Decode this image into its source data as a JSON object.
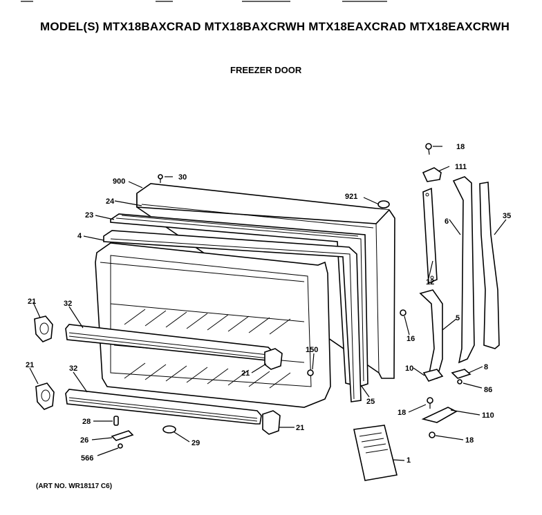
{
  "header": {
    "title": "MODEL(S) MTX18BAXCRAD  MTX18BAXCRWH  MTX18EAXCRAD  MTX18EAXCRWH",
    "subtitle": "FREEZER DOOR"
  },
  "footer": {
    "art_number": "(ART NO. WR18117 C6)"
  },
  "callouts": {
    "c18a": "18",
    "c111": "111",
    "c30": "30",
    "c900": "900",
    "c921": "921",
    "c24": "24",
    "c6": "6",
    "c35": "35",
    "c23": "23",
    "c4": "4",
    "c12": "12",
    "c21a": "21",
    "c32a": "32",
    "c16": "16",
    "c5": "5",
    "c150": "150",
    "c21b": "21",
    "c10": "10",
    "c8": "8",
    "c21c": "21",
    "c32b": "32",
    "c86": "86",
    "c25": "25",
    "c18b": "18",
    "c110": "110",
    "c28": "28",
    "c21d": "21",
    "c26": "26",
    "c29": "29",
    "c18c": "18",
    "c566": "566",
    "c1": "1"
  }
}
